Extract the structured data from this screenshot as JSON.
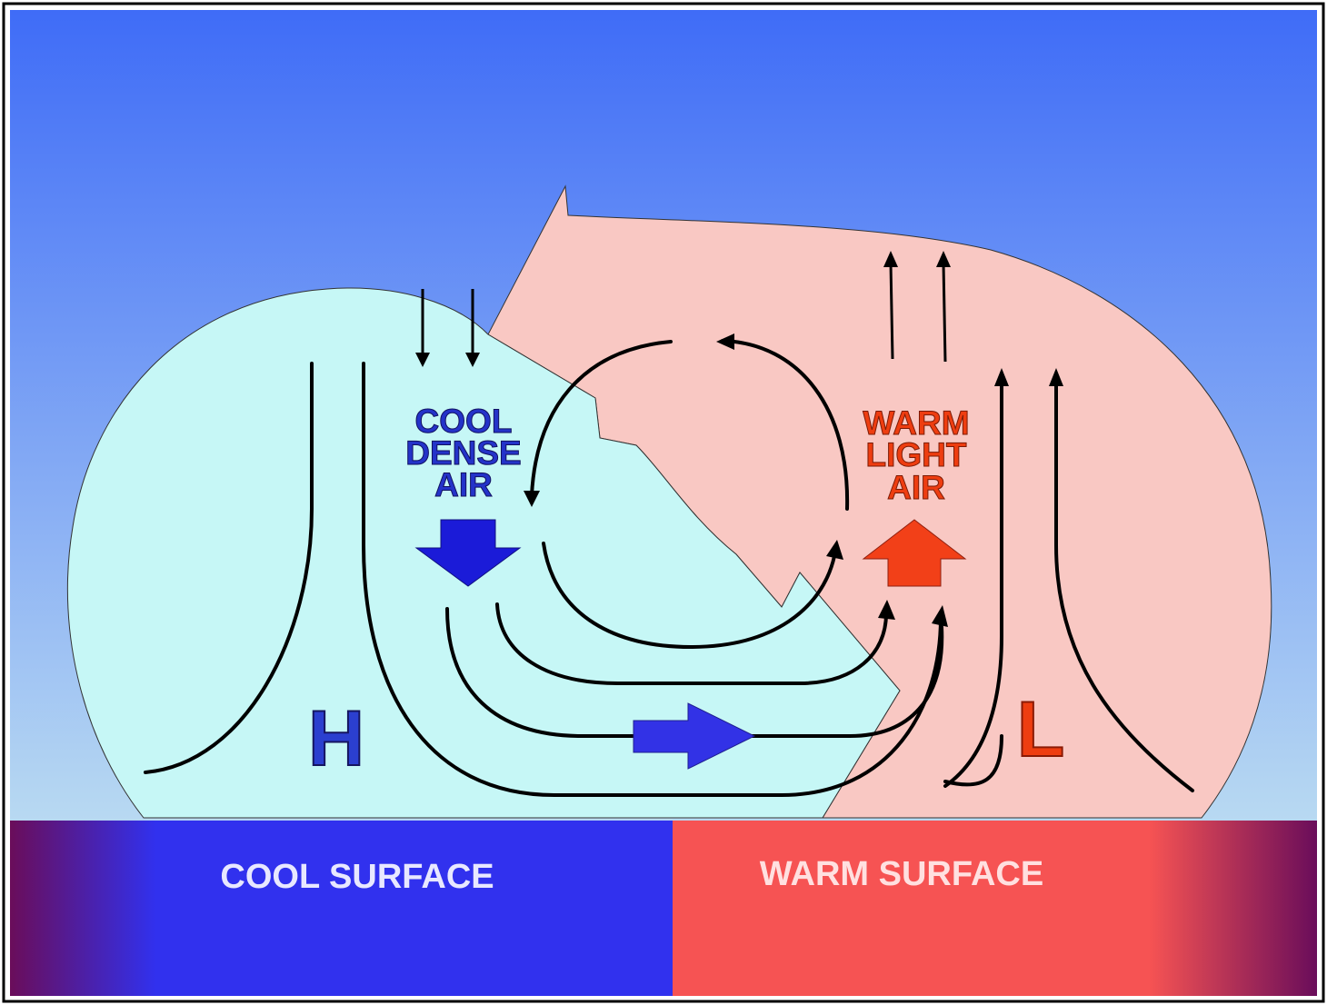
{
  "air_masses": {
    "cool": {
      "lines": [
        "COOL",
        "DENSE",
        "AIR"
      ]
    },
    "warm": {
      "lines": [
        "WARM",
        "LIGHT",
        "AIR"
      ]
    }
  },
  "pressure": {
    "high": "H",
    "low": "L"
  },
  "surfaces": {
    "cool": "COOL SURFACE",
    "warm": "WARM SURFACE"
  },
  "colors": {
    "sky_top": "#3f6cf7",
    "sky_bottom": "#b8d9f2",
    "cool_air": "#c6f7f6",
    "warm_air": "#f9c8c3",
    "cool_text": "#2433c9",
    "warm_text": "#ee3d10",
    "cool_surface": "#3131ee",
    "warm_surface": "#f65353",
    "surface_edge": "#6a0d5a",
    "flow_lines": "#000000"
  }
}
